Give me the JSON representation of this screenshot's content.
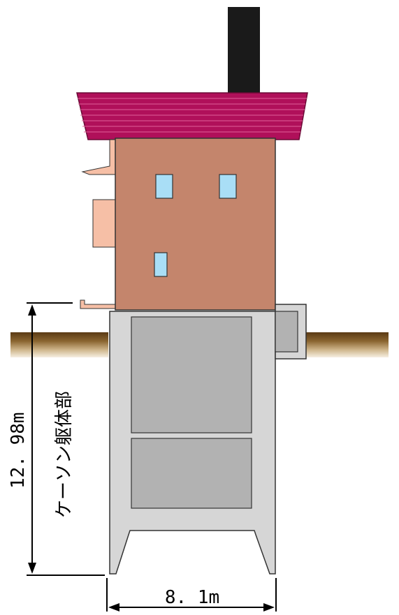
{
  "dimensions": {
    "height_label": "12. 98m",
    "width_label": "8. 1m"
  },
  "labels": {
    "caisson_body": "ケーソン躯体部"
  },
  "colors": {
    "roof": "#b0105a",
    "roof_stripe": "#e0609a",
    "building_wall": "#c4856c",
    "annex": "#f6bfa6",
    "window": "#a9def6",
    "chimney": "#1a1a1a",
    "caisson": "#d6d6d6",
    "caisson_inner": "#b2b2b2",
    "ground_dark": "#6b4a1f",
    "ground_light": "#f3e6cf"
  }
}
